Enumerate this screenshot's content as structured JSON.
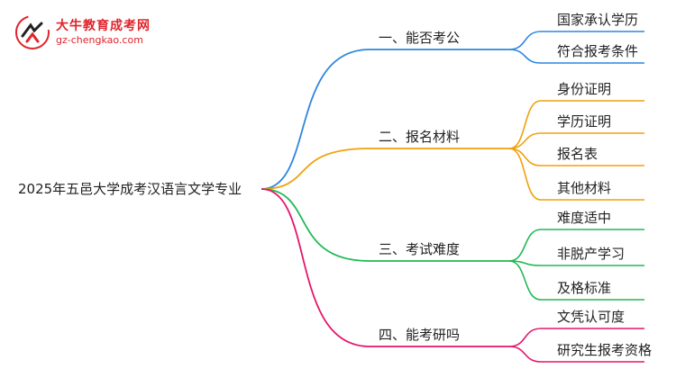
{
  "logo": {
    "title": "大牛教育成考网",
    "url": "gz-chengkao.com"
  },
  "root": "2025年五邑大学成考汉语言文学专业",
  "branches": [
    {
      "label": "一、能否考公",
      "color": "#2f86e0",
      "children": [
        "国家承认学历",
        "符合报考条件"
      ]
    },
    {
      "label": "二、报名材料",
      "color": "#f0a10b",
      "children": [
        "身份证明",
        "学历证明",
        "报名表",
        "其他材料"
      ]
    },
    {
      "label": "三、考试难度",
      "color": "#21b955",
      "children": [
        "难度适中",
        "非脱产学习",
        "及格标准"
      ]
    },
    {
      "label": "四、能考研吗",
      "color": "#e5156b",
      "children": [
        "文凭认可度",
        "研究生报考资格"
      ]
    }
  ]
}
